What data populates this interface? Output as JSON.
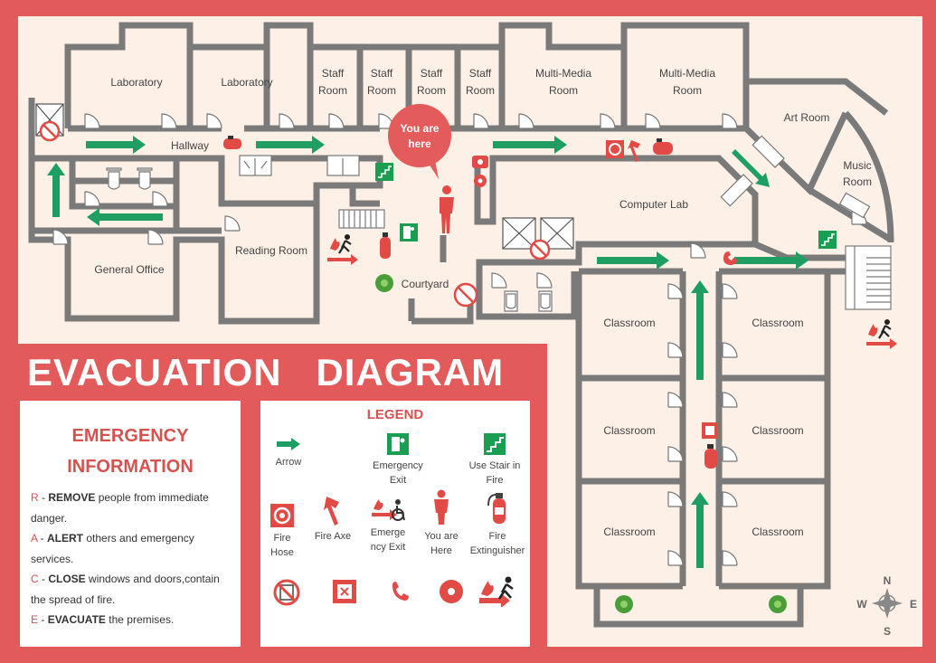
{
  "rooms": {
    "lab1": "Laboratory",
    "lab2": "Laboratory",
    "staff1": [
      "Staff",
      "Room"
    ],
    "staff2": [
      "Staff",
      "Room"
    ],
    "staff3": [
      "Staff",
      "Room"
    ],
    "staff4": [
      "Staff",
      "Room"
    ],
    "mm1": [
      "Multi-Media",
      "Room"
    ],
    "mm2": [
      "Multi-Media",
      "Room"
    ],
    "art": "Art Room",
    "music": [
      "Music",
      "Room"
    ],
    "hallway": "Hallway",
    "computer_lab": "Computer Lab",
    "reading_room": "Reading Room",
    "general_office": "General Office",
    "courtyard": "Courtyard",
    "classroom": "Classroom",
    "you_are_here": [
      "You are",
      "here"
    ]
  },
  "title": {
    "left": "EVACUATION",
    "right": "DIAGRAM"
  },
  "emergency": {
    "title_1": "EMERGENCY",
    "title_2": "INFORMATION",
    "items": [
      {
        "key": "R",
        "dash": " - ",
        "bold": "REMOVE",
        "text": " people from immediate danger."
      },
      {
        "key": "A",
        "dash": " - ",
        "bold": "ALERT",
        "text": " others and emergency services."
      },
      {
        "key": "C",
        "dash": " - ",
        "bold": "CLOSE",
        "text": " windows and doors,contain the spread of fire."
      },
      {
        "key": "E",
        "dash": " - ",
        "bold": "EVACUATE",
        "text": " the premises."
      }
    ]
  },
  "legend": {
    "title": "LEGEND",
    "arrow": "Arrow",
    "emergency_exit": [
      "Emergency",
      "Exit"
    ],
    "use_stair": [
      "Use Stair in",
      "Fire"
    ],
    "fire_hose": [
      "Fire",
      "Hose"
    ],
    "fire_axe": "Fire Axe",
    "emergency_exit_2": [
      "Emerge",
      "ncy Exit"
    ],
    "you_are_here": [
      "You are",
      "Here"
    ],
    "fire_extinguisher": [
      "Fire",
      "Extinguisher"
    ]
  },
  "compass": {
    "n": "N",
    "s": "S",
    "w": "W",
    "e": "E"
  },
  "colors": {
    "frame": "#e25a5a",
    "floor": "#fdf0e6",
    "wall": "#7a7a7a",
    "arrow": "#1f9e63",
    "accent": "#e24a45",
    "sign": "#1a9e52",
    "heading": "#d6524f"
  }
}
